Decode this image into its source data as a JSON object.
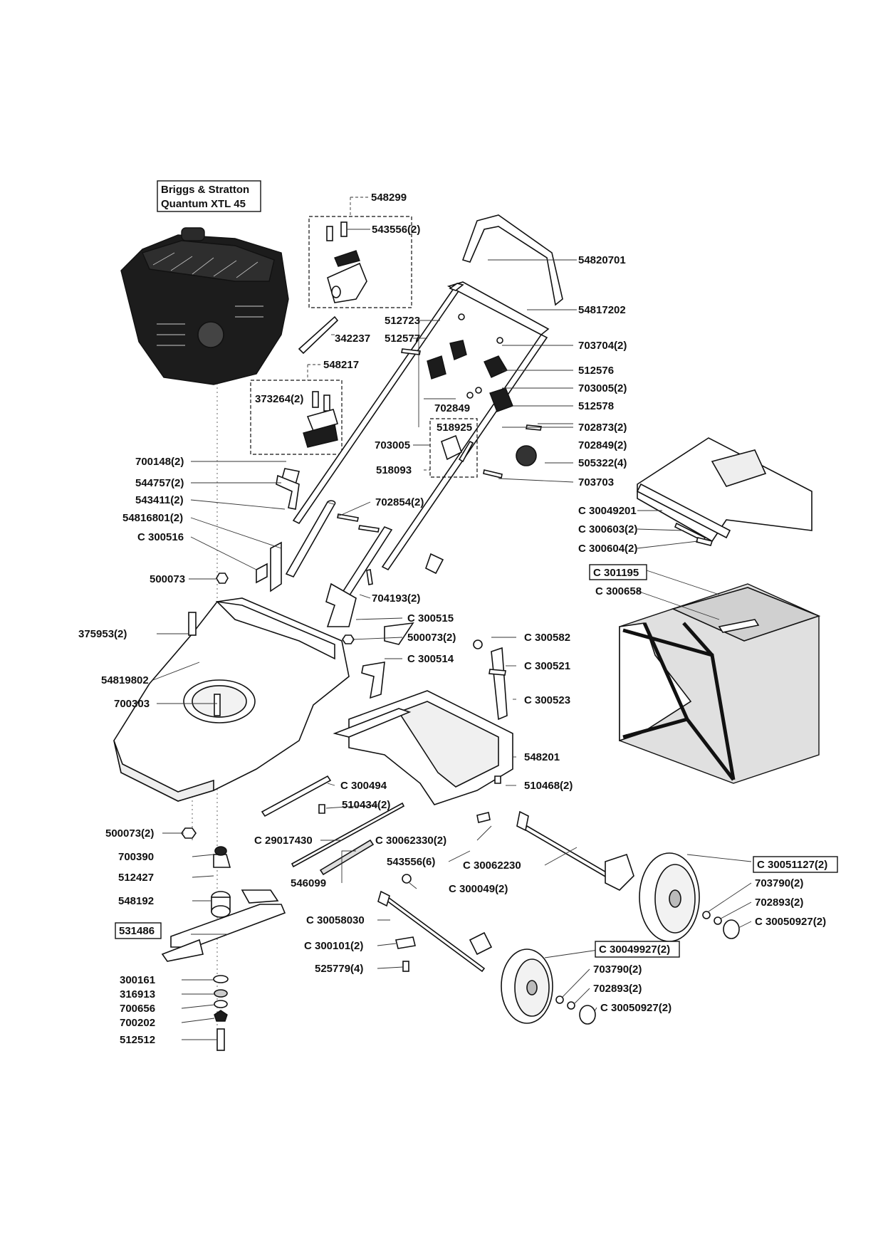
{
  "engine": {
    "line1": "Briggs & Stratton",
    "line2": "Quantum XTL 45"
  },
  "parts": {
    "p548299": "548299",
    "p543556_2": "543556(2)",
    "p54820701": "54820701",
    "p54817202": "54817202",
    "p512723": "512723",
    "p512577": "512577",
    "p703704_2": "703704(2)",
    "p342237": "342237",
    "p548217": "548217",
    "p512576": "512576",
    "p703005_2": "703005(2)",
    "p373264_2": "373264(2)",
    "p702849": "702849",
    "p512578": "512578",
    "p518925": "518925",
    "p702873_2": "702873(2)",
    "p703005": "703005",
    "p702849_2": "702849(2)",
    "p518093": "518093",
    "p505322_4": "505322(4)",
    "p700148_2": "700148(2)",
    "p703703": "703703",
    "p544757_2": "544757(2)",
    "p543411_2": "543411(2)",
    "p702854_2": "702854(2)",
    "pC30049201": "C 30049201",
    "p54816801_2": "54816801(2)",
    "pC300603_2": "C 300603(2)",
    "pC300516": "C 300516",
    "pC300604_2": "C 300604(2)",
    "pC301195": "C 301195",
    "p500073": "500073",
    "p704193_2": "704193(2)",
    "pC300658": "C 300658",
    "pC300515": "C 300515",
    "p375953_2": "375953(2)",
    "p500073_2": "500073(2)",
    "pC300582": "C 300582",
    "pC300514": "C 300514",
    "pC300521": "C 300521",
    "p54819802": "54819802",
    "pC300523": "C 300523",
    "p700303": "700303",
    "p548201": "548201",
    "pC300494": "C 300494",
    "p510468_2": "510468(2)",
    "p510434_2": "510434(2)",
    "p500073_2b": "500073(2)",
    "pC29017430": "C 29017430",
    "pC30062330_2": "C 30062330(2)",
    "p700390": "700390",
    "p543556_6": "543556(6)",
    "pC30062230": "C 30062230",
    "pC30051127_2": "C 30051127(2)",
    "p512427": "512427",
    "p546099": "546099",
    "pC300049_2": "C 300049(2)",
    "p703790_2a": "703790(2)",
    "p548192": "548192",
    "p702893_2a": "702893(2)",
    "pC30058030": "C 30058030",
    "pC30050927_2a": "C 30050927(2)",
    "p531486": "531486",
    "pC300101_2": "C 300101(2)",
    "pC30049927_2": "C 30049927(2)",
    "p525779_4": "525779(4)",
    "p703790_2b": "703790(2)",
    "p300161": "300161",
    "p316913": "316913",
    "p702893_2b": "702893(2)",
    "p700656": "700656",
    "pC30050927_2b": "C 30050927(2)",
    "p700202": "700202",
    "p512512": "512512"
  }
}
